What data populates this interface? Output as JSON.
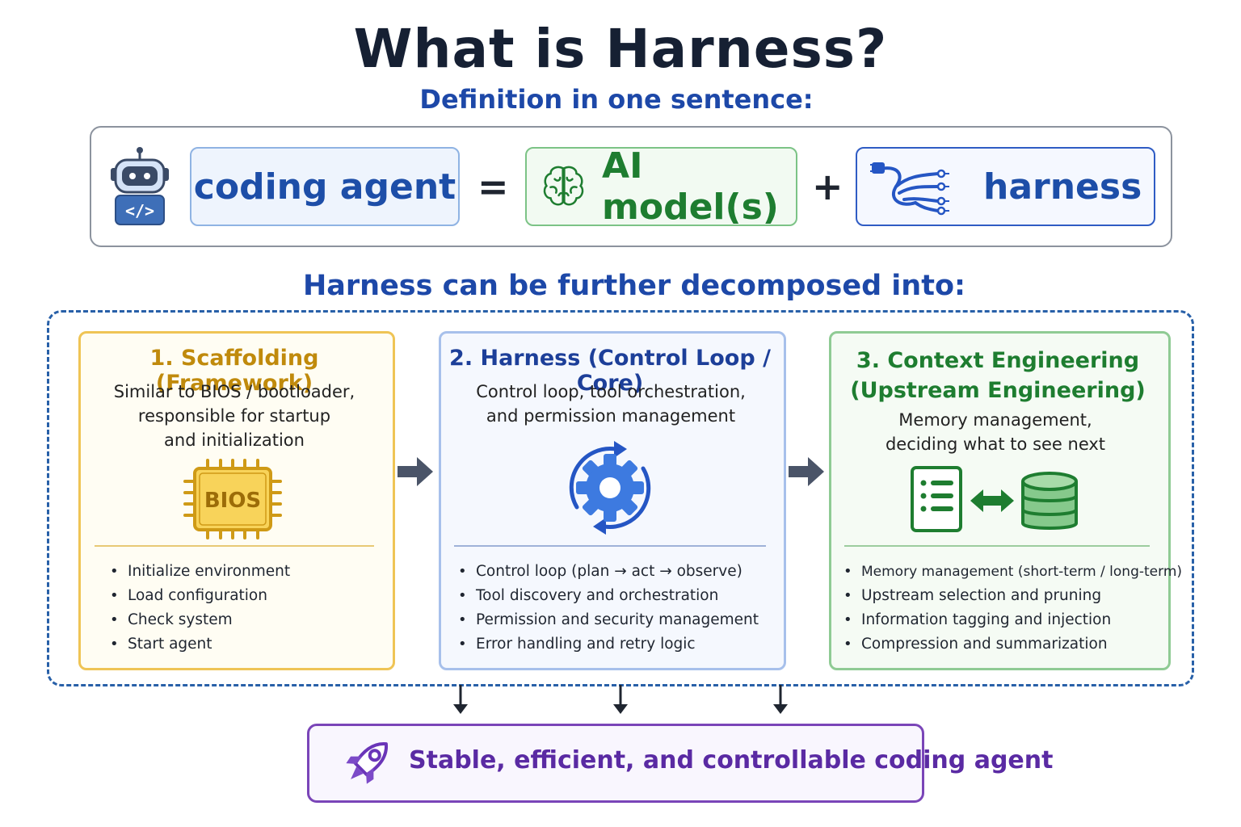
{
  "title": "What is Harness?",
  "subtitle": "Definition in one sentence:",
  "equation": {
    "term1": "coding agent",
    "operator1": "=",
    "term2": "AI model(s)",
    "operator2": "+",
    "term3": "harness",
    "agent_code_glyph": "</>"
  },
  "decomposition_heading": "Harness can be further decomposed into:",
  "cards": [
    {
      "title": "1. Scaffolding (Framework)",
      "desc": [
        "Similar to BIOS / bootloader,",
        "responsible for startup",
        "and initialization"
      ],
      "chip_label": "BIOS",
      "points": [
        "Initialize environment",
        "Load configuration",
        "Check system",
        "Start agent"
      ],
      "color": "#c08a0c"
    },
    {
      "title": "2. Harness (Control Loop / Core)",
      "desc": [
        "Control loop, tool orchestration,",
        "and permission management"
      ],
      "points": [
        "Control loop (plan → act → observe)",
        "Tool discovery and orchestration",
        "Permission and security management",
        "Error handling and retry logic"
      ],
      "color": "#1d3f99"
    },
    {
      "title_lines": [
        "3.  Context Engineering",
        "(Upstream Engineering)"
      ],
      "desc": [
        "Memory management,",
        "deciding what to see next"
      ],
      "points": [
        "Memory management (short-term / long-term)",
        "Upstream selection and pruning",
        "Information tagging and injection",
        "Compression and summarization"
      ],
      "color": "#1e7d30"
    }
  ],
  "result": "Stable, efficient, and controllable coding agent",
  "icons": [
    "robot-icon",
    "brain-icon",
    "cable-icon",
    "chip-icon",
    "gear-cycle-icon",
    "document-list-icon",
    "double-arrow-icon",
    "database-icon",
    "rocket-icon",
    "arrow-right-icon",
    "arrow-down-icon"
  ],
  "colors": {
    "title": "#162033",
    "blue_heading": "#1d48a8",
    "dashed_border": "#2860a8",
    "purple": "#5a2aa3"
  }
}
